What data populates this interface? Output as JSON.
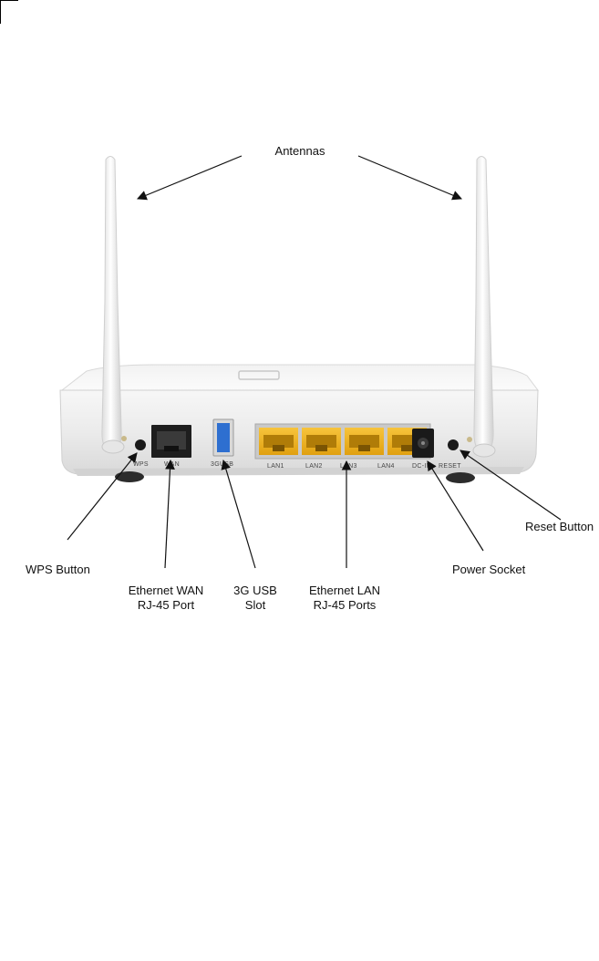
{
  "diagram": {
    "callouts": {
      "antennas": "Antennas",
      "reset_button": "Reset Button",
      "wps_button": "WPS Button",
      "power_socket": "Power Socket",
      "wan_line1": "Ethernet WAN",
      "wan_line2": "RJ-45 Port",
      "usb_line1": "3G USB",
      "usb_line2": "Slot",
      "lan_line1": "Ethernet LAN",
      "lan_line2": "RJ-45 Ports"
    },
    "port_labels": {
      "wps": "WPS",
      "wan": "WAN",
      "usb": "3GUSB",
      "lan1": "LAN1",
      "lan2": "LAN2",
      "lan3": "LAN3",
      "lan4": "LAN4",
      "dc_in": "DC-IN",
      "reset": "RESET"
    },
    "colors": {
      "lan_port": "#f2b21c",
      "usb_port": "#2e6fd0",
      "router_body": "#ececec"
    }
  }
}
